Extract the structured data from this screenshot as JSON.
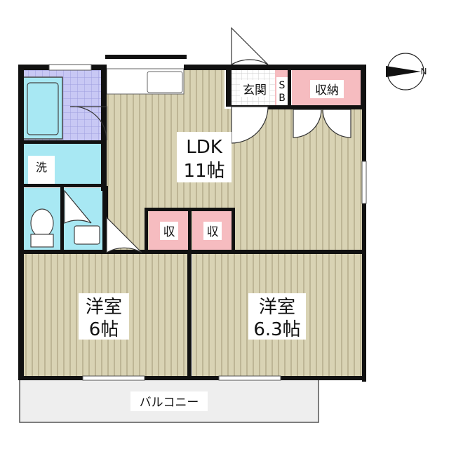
{
  "rooms": {
    "ldk": {
      "name": "LDK",
      "size": "11帖"
    },
    "western_left": {
      "name": "洋室",
      "size": "6帖"
    },
    "western_right": {
      "name": "洋室",
      "size": "6.3帖"
    },
    "entrance": {
      "name": "玄関"
    },
    "shoebox": {
      "name_line1": "S",
      "name_line2": "B"
    },
    "storage": {
      "name": "収納"
    },
    "closet_left": {
      "name": "収"
    },
    "closet_right": {
      "name": "収"
    },
    "laundry": {
      "name": "洗"
    },
    "balcony": {
      "name": "バルコニー"
    }
  },
  "compass": {
    "label": "N",
    "icon": "north-arrow-icon"
  },
  "colors": {
    "floor": "#d9d3b4",
    "floor_stripe": "#bdb595",
    "wet_area": "#a8e8f3",
    "storage": "#f6bcc0",
    "wall": "#111111",
    "balcony": "#eeeeee"
  }
}
